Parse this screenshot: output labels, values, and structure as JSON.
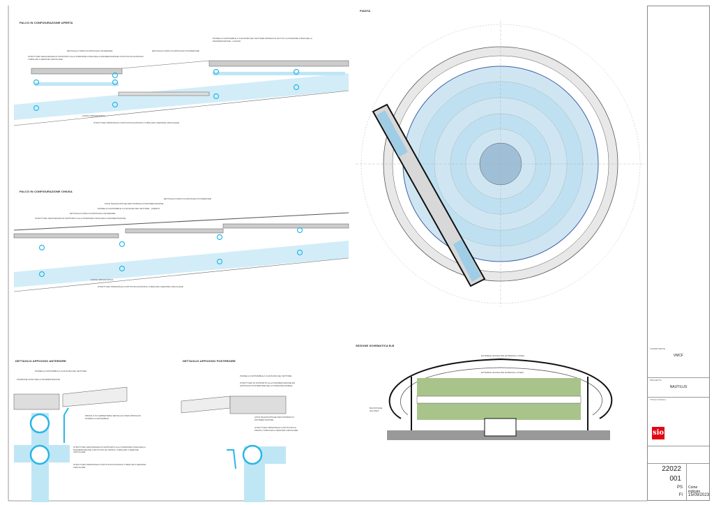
{
  "sections": {
    "s1_title": "PALCO IN CONFIGURAZIONE APERTA",
    "s1_labels": [
      "DETTAGLIO NODO DI APPOGGIO ANTERIORE",
      "STRUTTURA SECONDARIA DI SUPPORTO ALLA PORZIONE FISSA DELLA PAVIMENTAZIONE COSTITUITA DA PROFILI TUBOLARI A SEZIONE CIRCOLARE",
      "DETTAGLIO NODO DI APPOGGIO POSTERIORE",
      "PANNELLO ESTRAIBILE A CHIUSURA DEL SETTORE RIPIEGATO SOTTO LA PORZIONE FISSA DELLA PAVIMENTAZIONE - CHIUSO",
      "CANALI IMPIANTISTICI",
      "STRUTTURA PRINCIPALE COSTITUITA DA PROFILI TUBOLARI A SEZIONE CIRCOLARE"
    ],
    "s2_title": "PALCO IN CONFIGURAZIONE CHIUSA",
    "s2_labels": [
      "DETTAGLIO NODO DI APPOGGIO POSTERIORE",
      "ASTE TELESCOPICHE PER SISTEMA DI MOVIMENTAZIONE",
      "PANNELLO ESTRAIBILE A CHIUSURA DEL SETTORE - APERTO",
      "DETTAGLIO NODO DI APPOGGIO ANTERIORE",
      "STRUTTURA SECONDARIA DI SUPPORTO ALLA PORZIONE FISSA DELLA PAVIMENTAZIONE",
      "CANALI IMPIANTISTICI",
      "STRUTTURA PRINCIPALE COSTITUITA DA PROFILI TUBOLARI A SEZIONE CIRCOLARE"
    ],
    "d1_title": "DETTAGLIO APPOGGIO ANTERIORE",
    "d1_labels": [
      "PANNELLO ESTRAIBILE A CHIUSURA DEL SETTORE",
      "PORZIONE FISSA DELLA PAVIMENTAZIONE",
      "PROFILO IN CARPENTERIA METALLICA PER APPOGGIO PANNELLO ESTRAIBILE",
      "STRUTTURA SECONDARIA DI SUPPORTO ALLA PORZIONE FISSA DELLA PAVIMENTAZIONE COSTITUITA DA PROFILI TUBOLARI A SEZIONE CIRCOLARE",
      "STRUTTURA PRINCIPALE COSTITUITA DA PROFILI TUBOLARI A SEZIONE CIRCOLARE"
    ],
    "d2_title": "DETTAGLIO APPOGGIO POSTERIORE",
    "d2_labels": [
      "PANNELLO ESTRAIBILE A CHIUSURA DEL SETTORE",
      "STRUTTURA DI SUPPORTO ALLA PAVIMENTAZIONE ED APPOGGIO POSTERIORE DELLA PORZIONE MOBILE",
      "ASTE TELESCOPICHE PER SISTEMA DI MOVIMENTAZIONE",
      "STRUTTURA PRINCIPALE COSTITUITA DA PROFILI TUBOLARI A SEZIONE CIRCOLARE"
    ],
    "plan_title": "PIANTA",
    "sec_title": "SEZIONE SCHEMATICA B-B",
    "sec_labels": [
      "EXTERNAL ENVELOPE (EXTERNAL LAYER)",
      "EXTERNAL ENVELOPE (INTERNAL LAYER)",
      "BACKSTAGE HALLWAY"
    ]
  },
  "title_block": {
    "client_cap": "COMMITTENTE",
    "client": "VMCF",
    "project_cap": "PROGETTO",
    "project": "NAUTILUS",
    "drawing_cap": "TITOLO TAVOLA",
    "logo": "sio",
    "project_no": "22022",
    "sheet_no": "001",
    "phase": "PS",
    "discipline": "FI",
    "scale": "Come indicato",
    "date": "15/09/2023"
  },
  "colors": {
    "structure": "#29b6e6",
    "fill": "#bfe6f5",
    "plan_blue": "#9fcde6",
    "plan_dark": "#3c5fa8"
  }
}
